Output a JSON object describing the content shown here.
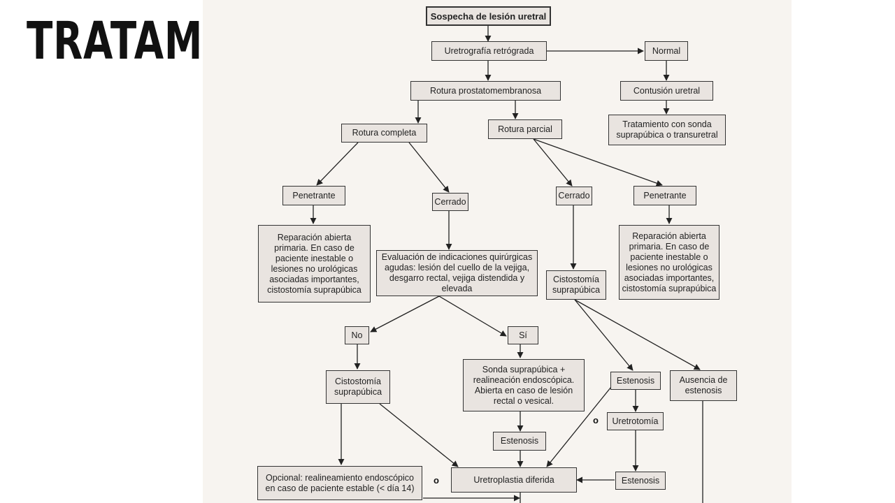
{
  "slide": {
    "title": "TRATAMIENTO"
  },
  "nodes": {
    "sospecha": "Sospecha de lesión uretral",
    "uretrografia": "Uretrografía retrógrada",
    "normal": "Normal",
    "rotura_prostato": "Rotura prostatomembranosa",
    "contusion": "Contusión uretral",
    "tratamiento_sonda": "Tratamiento con sonda suprapúbica o transuretral",
    "rotura_completa": "Rotura completa",
    "rotura_parcial": "Rotura parcial",
    "penetrante_left": "Penetrante",
    "cerrado_left": "Cerrado",
    "cerrado_right": "Cerrado",
    "penetrante_right": "Penetrante",
    "reparacion_left": "Reparación abierta primaria. En caso de paciente inestable o lesiones no urológicas asociadas importantes, cistostomía suprapúbica",
    "evaluacion": "Evaluación de indicaciones quirúrgicas agudas: lesión del cuello de la vejiga, desgarro rectal, vejiga distendida y elevada",
    "cistostomia_right": "Cistostomía suprapúbica",
    "reparacion_right": "Reparación abierta primaria. En caso de paciente inestable o lesiones no urológicas asociadas importantes, cistostomía suprapúbica",
    "no": "No",
    "si": "Sí",
    "cistostomia_left": "Cistostomía suprapúbica",
    "sonda_realineacion": "Sonda suprapúbica + realineación endoscópica. Abierta en caso de lesión rectal o vesical.",
    "estenosis_right": "Estenosis",
    "ausencia_estenosis": "Ausencia de estenosis",
    "uretrotomia": "Uretrotomía",
    "estenosis_mid": "Estenosis",
    "opcional": "Opcional: realineamiento endoscópico en caso de paciente estable (< día 14)",
    "uretroplastia": "Uretroplastia diferida",
    "estenosis_bottom": "Estenosis"
  },
  "connectors": {
    "o_uretrotomia": "o",
    "o_uretroplastia": "o"
  }
}
